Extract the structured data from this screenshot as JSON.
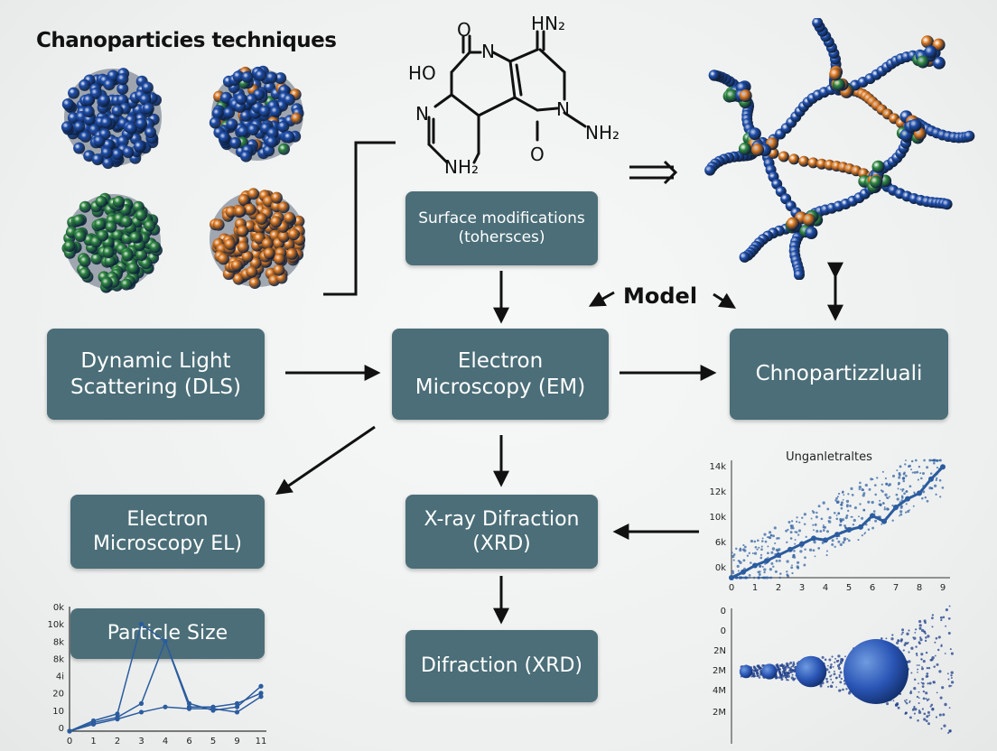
{
  "title": "Chanoparticies techniques",
  "molecule": {
    "labels": [
      "HO",
      "N",
      "HN₂",
      "N",
      "NH₂",
      "N",
      "NH₂",
      "O",
      "O"
    ]
  },
  "boxes": {
    "surface": "Surface modifications\n(tohersces)",
    "dls": "Dynamic Light\nScattering (DLS)",
    "em": "Electron\nMicroscopy (EM)",
    "chnop": "Chnopartizzluali",
    "el": "Electron\nMicroscopy EL)",
    "xrd": "X-ray Difraction\n(XRD)",
    "particle": "Particle Size",
    "difraction": "Difraction (XRD)"
  },
  "model_label": "Model",
  "colors": {
    "box": "#4b6e78",
    "blue": "#1f4fae",
    "green": "#2f8a3f",
    "orange": "#e07a1f",
    "plot_blue": "#2b5c9e"
  },
  "chart_data": [
    {
      "type": "line",
      "title": "",
      "y_tick_labels": [
        "0k",
        "10k",
        "8k",
        "8k",
        "4i",
        "20",
        "10",
        "0"
      ],
      "x_tick_labels": [
        "0",
        "1",
        "2",
        "3",
        "4",
        "6",
        "5",
        "9",
        "11"
      ],
      "series": [
        {
          "x": [
            0,
            1,
            2,
            3,
            4,
            5,
            6,
            7,
            8
          ],
          "y": [
            0,
            6,
            10,
            62,
            52,
            14,
            14,
            16,
            22
          ]
        },
        {
          "x": [
            0,
            1,
            2,
            3,
            4,
            5,
            6,
            7,
            8
          ],
          "y": [
            0,
            5,
            8,
            16,
            52,
            16,
            12,
            14,
            26
          ]
        },
        {
          "x": [
            0,
            1,
            2,
            3,
            4,
            5,
            6,
            7,
            8
          ],
          "y": [
            0,
            4,
            7,
            11,
            14,
            13,
            13,
            11,
            20
          ]
        }
      ]
    },
    {
      "type": "scatter",
      "title": "Unganletraltes",
      "y_tick_labels": [
        "14k",
        "12k",
        "10k",
        "6k",
        "0k"
      ],
      "x_tick_labels": [
        "0",
        "1",
        "2",
        "3",
        "4",
        "5",
        "6",
        "7",
        "8",
        "9"
      ],
      "trend": {
        "x": [
          0,
          0.5,
          1,
          1.5,
          2,
          2.5,
          3,
          3.5,
          4,
          4.5,
          5,
          5.5,
          6,
          6.5,
          7,
          7.5,
          8,
          8.5,
          9
        ],
        "y": [
          0,
          0.6,
          1.3,
          1.8,
          2.4,
          3.0,
          3.6,
          4.2,
          4.0,
          4.6,
          5.1,
          5.4,
          6.6,
          6.0,
          7.5,
          8.4,
          9.0,
          10.5,
          11.8
        ]
      }
    },
    {
      "type": "scatter",
      "title": "",
      "y_tick_labels": [
        "0",
        "0",
        "2N",
        "2M",
        "4M",
        "2M"
      ],
      "x_tick_labels": [],
      "bubbles": [
        1,
        1.2,
        2.4,
        5.0
      ]
    }
  ]
}
